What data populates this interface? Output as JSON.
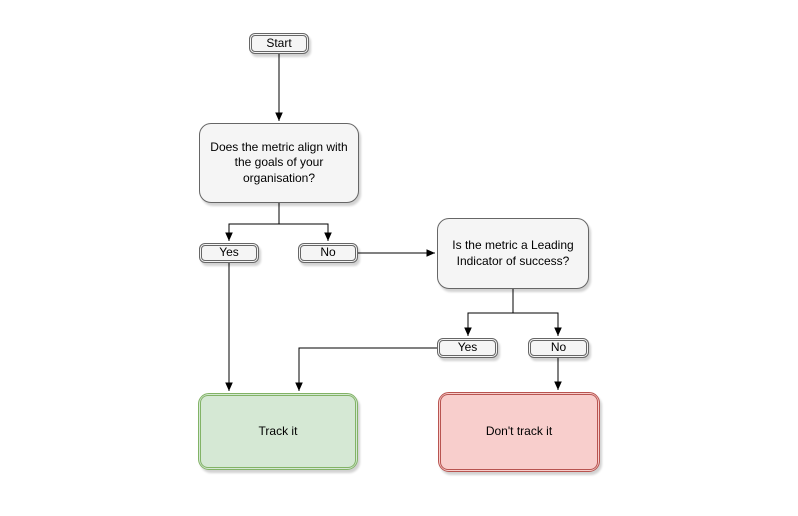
{
  "diagram": {
    "type": "flowchart",
    "background": "#ffffff",
    "nodes": {
      "start": {
        "label": "Start",
        "type": "terminator"
      },
      "q_align": {
        "label": "Does the metric align with the goals of your organisation?",
        "type": "question"
      },
      "yes_align": {
        "label": "Yes",
        "type": "branch-label"
      },
      "no_align": {
        "label": "No",
        "type": "branch-label"
      },
      "q_leading": {
        "label": "Is the metric a Leading Indicator of success?",
        "type": "question"
      },
      "yes_leading": {
        "label": "Yes",
        "type": "branch-label"
      },
      "no_leading": {
        "label": "No",
        "type": "branch-label"
      },
      "track": {
        "label": "Track it",
        "type": "outcome-positive"
      },
      "dont_track": {
        "label": "Don't track it",
        "type": "outcome-negative"
      }
    },
    "edges": [
      {
        "from": "start",
        "to": "q_align"
      },
      {
        "from": "q_align",
        "to": "yes_align"
      },
      {
        "from": "q_align",
        "to": "no_align"
      },
      {
        "from": "no_align",
        "to": "q_leading"
      },
      {
        "from": "q_leading",
        "to": "yes_leading"
      },
      {
        "from": "q_leading",
        "to": "no_leading"
      },
      {
        "from": "yes_align",
        "to": "track"
      },
      {
        "from": "yes_leading",
        "to": "track"
      },
      {
        "from": "no_leading",
        "to": "dont_track"
      }
    ],
    "colors": {
      "node_fill": "#f5f5f5",
      "node_stroke": "#666666",
      "positive_fill": "#d5e8d4",
      "positive_stroke": "#82b366",
      "negative_fill": "#f8cecc",
      "negative_stroke": "#b85450",
      "edge": "#000000",
      "text": "#000000"
    }
  }
}
